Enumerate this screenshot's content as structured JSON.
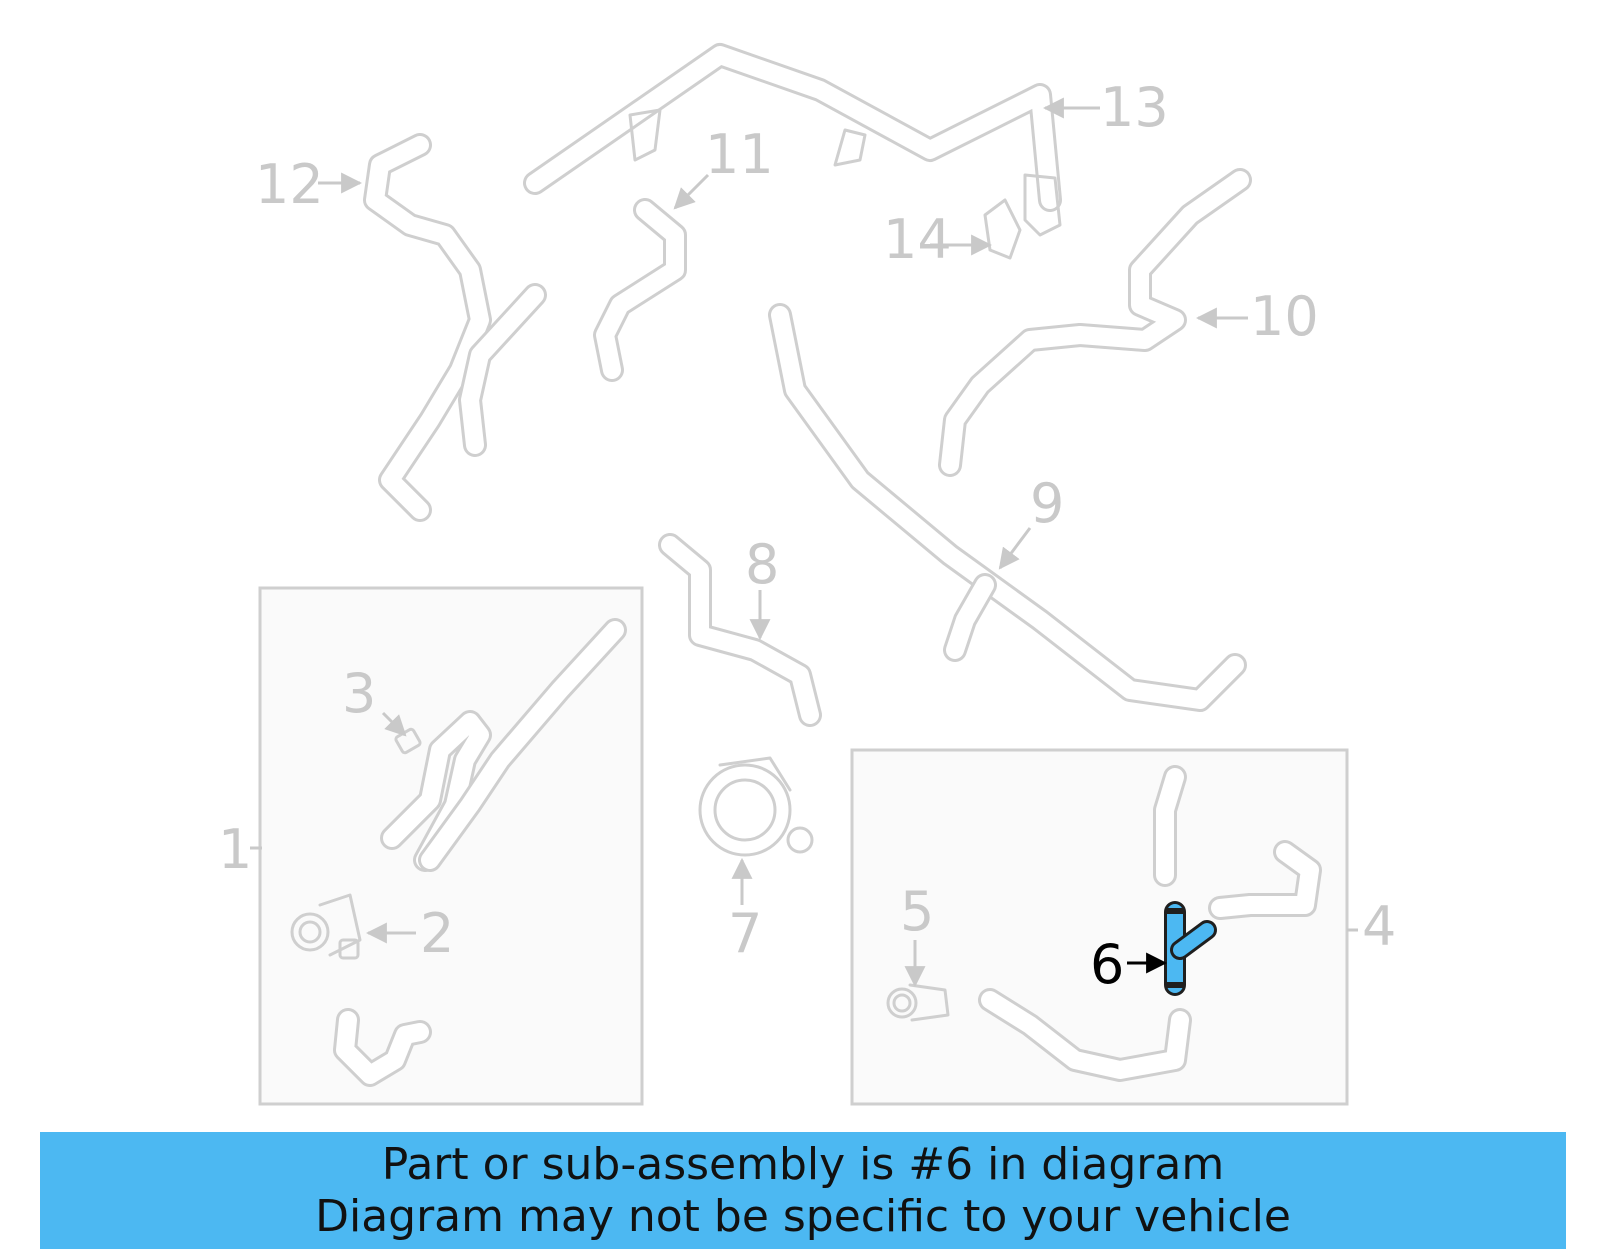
{
  "callouts": {
    "c1": "1",
    "c2": "2",
    "c3": "3",
    "c4": "4",
    "c5": "5",
    "c6": "6",
    "c7": "7",
    "c8": "8",
    "c9": "9",
    "c10": "10",
    "c11": "11",
    "c12": "12",
    "c13": "13",
    "c14": "14"
  },
  "highlight": {
    "part_number": "6",
    "color": "#4cb8f2"
  },
  "banner": {
    "line1": "Part or sub-assembly is #6 in diagram",
    "line2": "Diagram may not be specific to your vehicle",
    "background": "#4cb8f2"
  }
}
